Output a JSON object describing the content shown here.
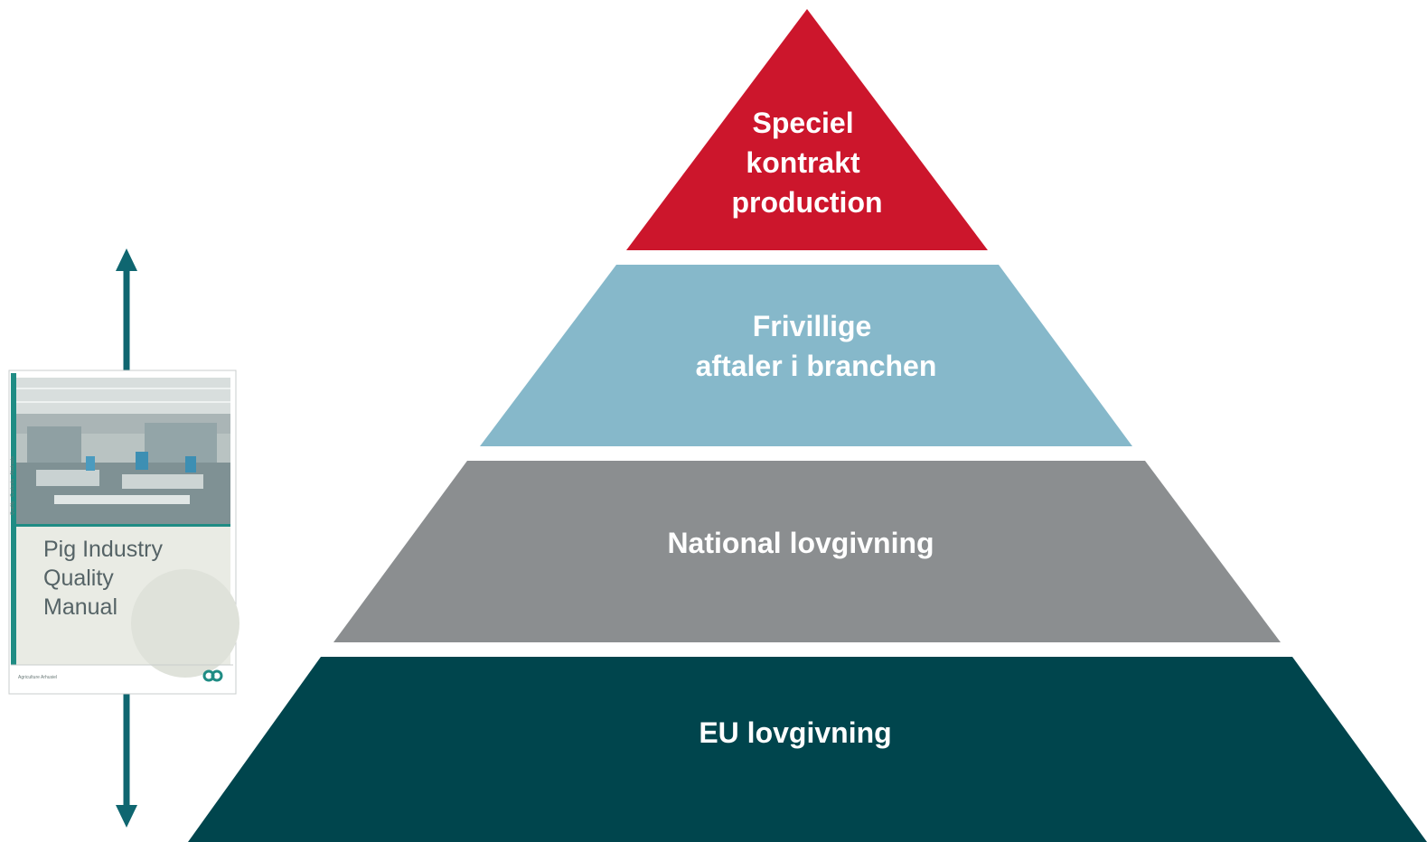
{
  "pyramid": {
    "tiers": [
      {
        "lines": [
          "Speciel",
          "kontrakt",
          "production"
        ],
        "color": "#cc162c"
      },
      {
        "lines": [
          "Frivillige",
          "aftaler i branchen"
        ],
        "color": "#86b8ca"
      },
      {
        "lines": [
          "National lovgivning"
        ],
        "color": "#8b8e90"
      },
      {
        "lines": [
          "EU lovgivning"
        ],
        "color": "#00454d"
      }
    ],
    "label_color": "#ffffff"
  },
  "manual_cover": {
    "title_lines": [
      "Pig Industry",
      "Quality",
      "Manual"
    ],
    "spine_text": "Quality · Contents · Abstracts",
    "publisher": "Agriculture Arhusiel",
    "logo_icon": "double-ring-logo-icon",
    "accent_color": "#1f8c84"
  },
  "scale_arrow": {
    "color": "#0f6670",
    "icons": [
      "arrow-up-icon",
      "arrow-down-icon"
    ]
  }
}
